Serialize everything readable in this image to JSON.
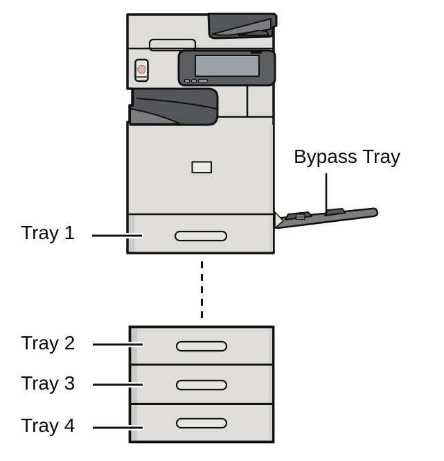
{
  "diagram": {
    "labels": {
      "tray1": "Tray 1",
      "tray2": "Tray 2",
      "tray3": "Tray 3",
      "tray4": "Tray 4",
      "bypass_tray": "Bypass Tray"
    },
    "colors": {
      "background": "#ffffff",
      "body": "#dfddda",
      "body_shade_left": "#cdcbc9",
      "body_shade_right": "#d5d3d1",
      "dark_gray": "#54565a",
      "panel_gray": "#5c5e62",
      "medium_gray": "#7b7d80",
      "screen_gray": "#9ba1a4",
      "power_button_face": "#e9e7e5",
      "power_led_pink": "#e2b3ac",
      "logo_plate": "#ecebe9",
      "handle_fill": "#e8e6e4",
      "hatch_dark": "#3c3e40",
      "junction_light": "#eae6da",
      "outline": "#111111"
    }
  }
}
